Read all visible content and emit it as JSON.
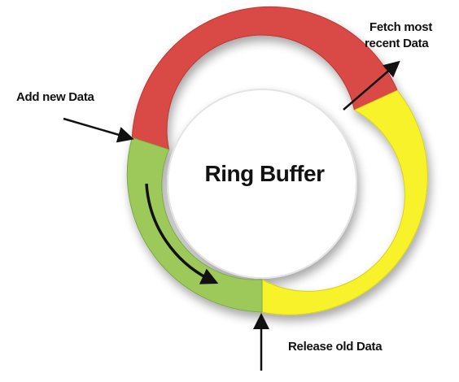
{
  "title": "Ring Buffer",
  "labels": {
    "add": "Add new Data",
    "fetch_line1": "Fetch most",
    "fetch_line2": "recent Data",
    "release": "Release old Data"
  },
  "colors": {
    "red_segment": "#d94a45",
    "yellow_segment": "#f7f22a",
    "green_segment": "#9cc95a",
    "arrow": "#111111"
  }
}
